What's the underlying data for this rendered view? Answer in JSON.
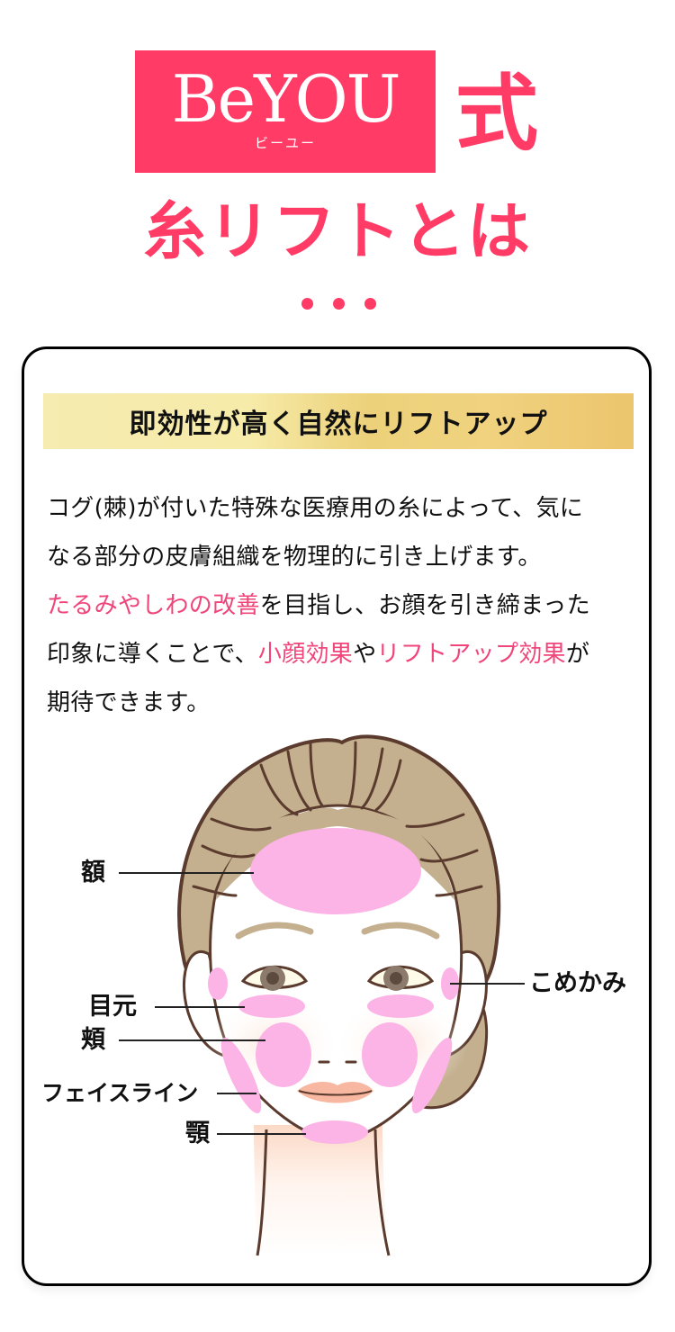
{
  "header": {
    "logo": {
      "text": "BeYOU",
      "kana": "ビーユー",
      "background": "#ff3b66"
    },
    "suffix": "式",
    "title": "糸リフトとは",
    "ellipsis_dots": 3,
    "accent_color": "#ff3b66"
  },
  "card": {
    "banner": {
      "text": "即効性が高く自然にリフトアップ"
    },
    "paragraph": {
      "line1": "コグ(棘)が付いた特殊な医療用の糸によって、気に",
      "line2": "なる部分の皮膚組織を物理的に引き上げます。",
      "line3_highlight": "たるみやしわの改善",
      "line3_rest": "を目指し、お顔を引き締まった",
      "line4_a": "印象に導くことで、",
      "line4_highlight1": "小顔効果",
      "line4_b": "や",
      "line4_highlight2": "リフトアップ効果",
      "line4_c": "が",
      "line5": "期待できます。",
      "highlight_color": "#f0457a"
    },
    "illustration": {
      "labels": {
        "forehead": "額",
        "eye_area": "目元",
        "cheek": "頬",
        "face_line": "フェイスライン",
        "jaw": "顎",
        "temple": "こめかみ"
      },
      "zone_color": "#fcb3e6",
      "hair_color": "#c4b08f",
      "outline_color": "#5a3b2e"
    }
  }
}
